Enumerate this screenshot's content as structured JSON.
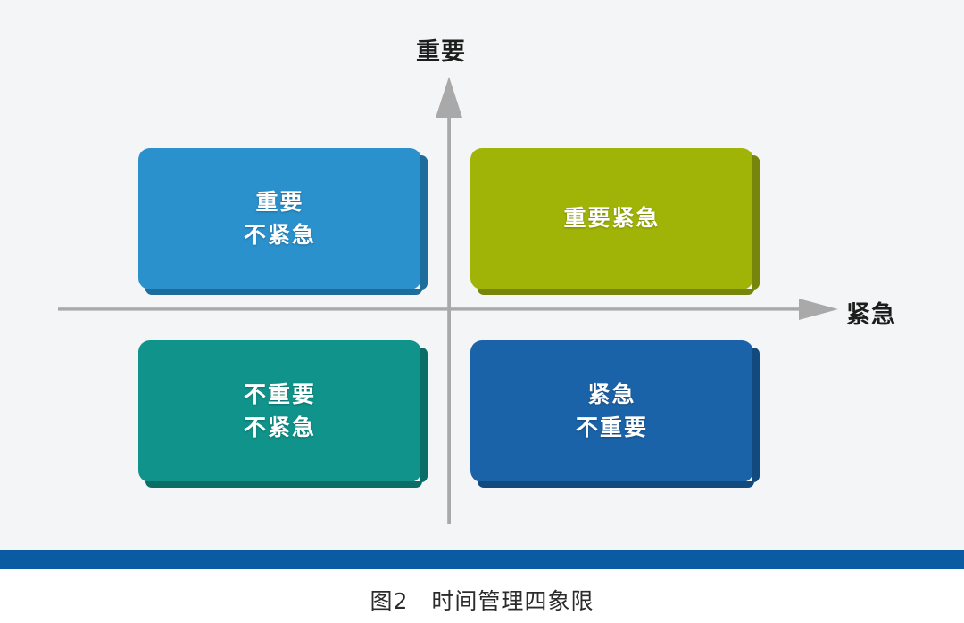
{
  "figure": {
    "caption": "图2　时间管理四象限",
    "background_color": "#f4f5f6",
    "accent_bar_color": "#0b5ba3"
  },
  "axes": {
    "vertical": {
      "label": "重要",
      "icon": "arrow-up-icon",
      "color": "#a9a9a9"
    },
    "horizontal": {
      "label": "紧急",
      "icon": "arrow-right-icon",
      "color": "#a9a9a9"
    }
  },
  "quadrants": [
    {
      "key": "important-not-urgent",
      "position": "top-left",
      "line1": "重要",
      "line2": "不紧急",
      "color": "#2b91cc",
      "shadow_color": "#1d6d9c"
    },
    {
      "key": "important-urgent",
      "position": "top-right",
      "line1": "重要紧急",
      "line2": "",
      "color": "#a0b408",
      "shadow_color": "#77860a"
    },
    {
      "key": "not-important-not-urgent",
      "position": "bottom-left",
      "line1": "不重要",
      "line2": "不紧急",
      "color": "#0f938a",
      "shadow_color": "#0a6d66"
    },
    {
      "key": "urgent-not-important",
      "position": "bottom-right",
      "line1": "紧急",
      "line2": "不重要",
      "color": "#1b63a8",
      "shadow_color": "#134a7e"
    }
  ]
}
